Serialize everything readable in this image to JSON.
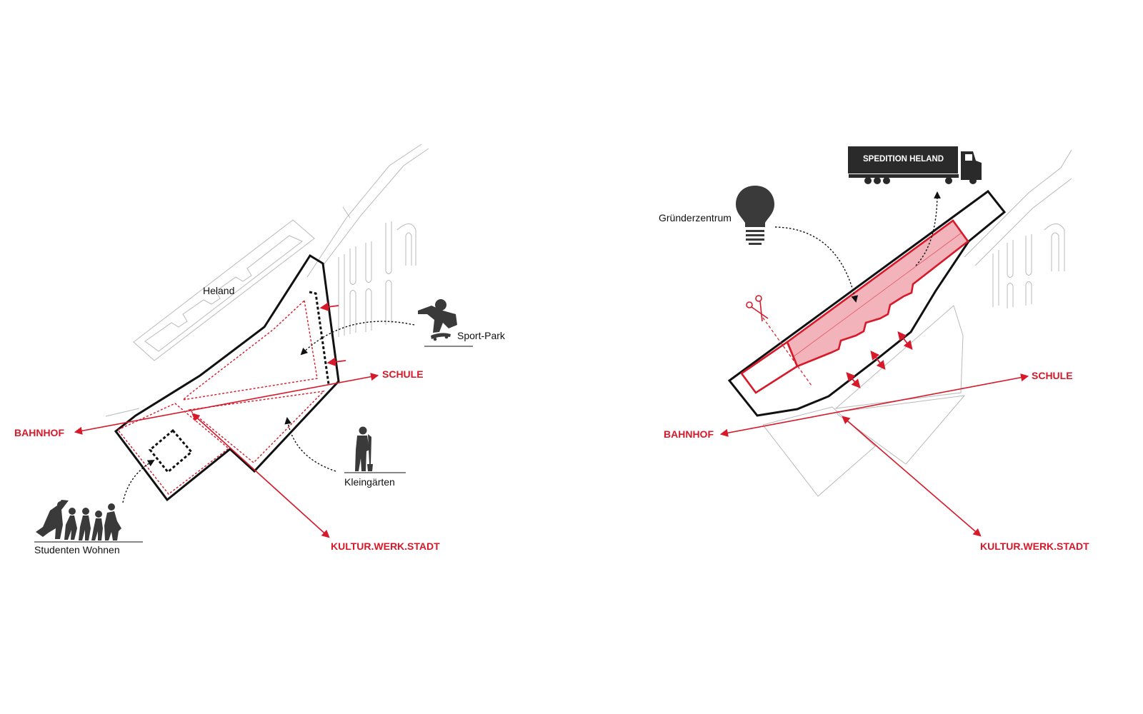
{
  "colors": {
    "accent_red": "#d7192a",
    "outline": "#111111",
    "context": "#b9b9b9",
    "highlight_fill": "#f2b3ba",
    "silhouette": "#3a3a3a"
  },
  "left_diagram": {
    "labels": {
      "heland": "Heland",
      "sport_park": "Sport-Park",
      "kleingaerten": "Kleingärten",
      "studenten_wohnen": "Studenten Wohnen"
    },
    "destinations": {
      "schule": "SCHULE",
      "bahnhof": "BAHNHOF",
      "kultur_werk_stadt": "KULTUR.WERK.STADT"
    },
    "icons": [
      "skateboarder-icon",
      "gardener-icon",
      "students-crowd-icon"
    ]
  },
  "right_diagram": {
    "labels": {
      "gruenderzentrum": "Gründerzentrum",
      "truck_sign": "SPEDITION HELAND"
    },
    "destinations": {
      "schule": "SCHULE",
      "bahnhof": "BAHNHOF",
      "kultur_werk_stadt": "KULTUR.WERK.STADT"
    },
    "icons": [
      "lightbulb-icon",
      "truck-icon",
      "scissors-icon"
    ]
  }
}
